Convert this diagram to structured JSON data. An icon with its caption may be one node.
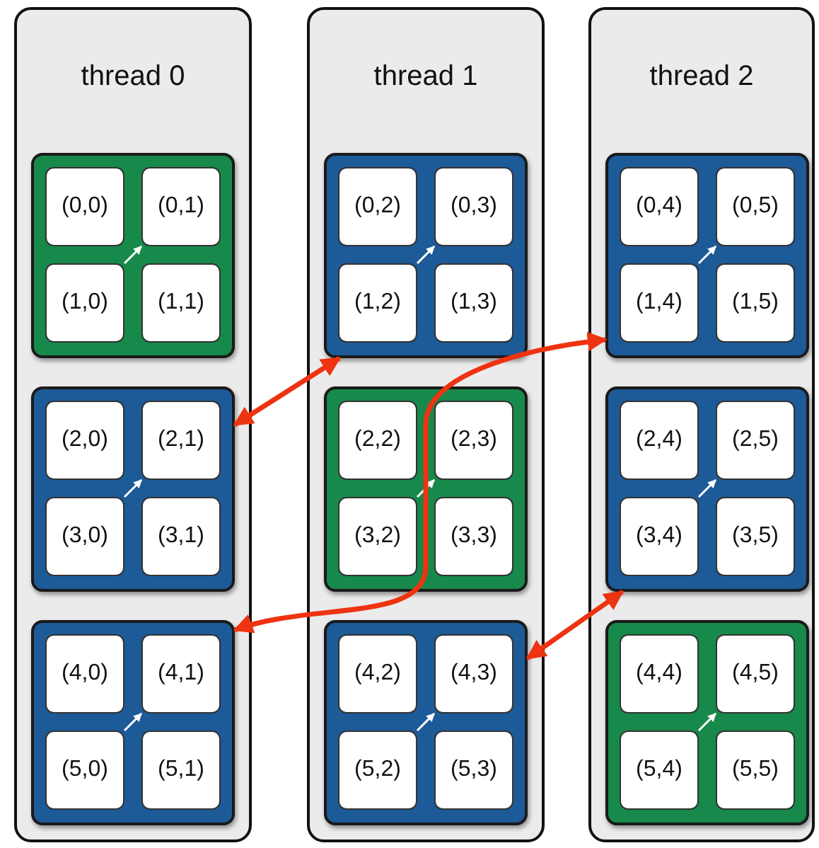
{
  "diagram": {
    "nodes": [
      {
        "text": [
          "thread 0"
        ]
      },
      {
        "text": [],
        "shape": "box",
        "in": 0
      },
      {
        "text": [
          "(0,0)"
        ],
        "in": 1
      },
      {
        "text": [
          "(0,1)"
        ],
        "in": 1
      },
      {
        "text": [
          "(1,0)"
        ],
        "in": 1
      },
      {
        "text": [
          "(1,1)"
        ],
        "in": 1
      },
      {
        "text": [],
        "shape": "box",
        "in": 0
      },
      {
        "text": [
          "(2,0)"
        ],
        "in": 6
      },
      {
        "text": [
          "(2,1)"
        ],
        "in": 6
      },
      {
        "text": [
          "(3,0)"
        ],
        "in": 6
      },
      {
        "text": [
          "(3,1)"
        ],
        "in": 6
      },
      {
        "text": [],
        "shape": "box",
        "in": 0
      },
      {
        "text": [
          "(4,0)"
        ],
        "in": 11
      },
      {
        "text": [
          "(4,1)"
        ],
        "in": 11
      },
      {
        "text": [
          "(5,0)"
        ],
        "in": 11
      },
      {
        "text": [
          "(5,1)"
        ],
        "in": 11
      },
      {
        "text": [
          "thread 1"
        ]
      },
      {
        "text": [],
        "shape": "box",
        "in": 16
      },
      {
        "text": [
          "(0,2)"
        ],
        "in": 17
      },
      {
        "text": [
          "(0,3)"
        ],
        "in": 17
      },
      {
        "text": [
          "(1,2)"
        ],
        "in": 17
      },
      {
        "text": [
          "(1,3)"
        ],
        "in": 17
      },
      {
        "text": [],
        "shape": "box",
        "in": 16
      },
      {
        "text": [
          "(2,2)"
        ],
        "in": 22
      },
      {
        "text": [
          "(2,3)"
        ],
        "in": 22
      },
      {
        "text": [
          "(3,2)"
        ],
        "in": 22
      },
      {
        "text": [
          "(3,3)"
        ],
        "in": 22
      },
      {
        "text": [],
        "shape": "box",
        "in": 16
      },
      {
        "text": [
          "(4,2)"
        ],
        "in": 27
      },
      {
        "text": [
          "(4,3)"
        ],
        "in": 27
      },
      {
        "text": [
          "(5,2)"
        ],
        "in": 27
      },
      {
        "text": [
          "(5,3)"
        ],
        "in": 27
      },
      {
        "text": [
          "thread 2"
        ]
      },
      {
        "text": [],
        "shape": "box",
        "in": 32
      },
      {
        "text": [
          "(0,4)"
        ],
        "in": 33
      },
      {
        "text": [
          "(0,5)"
        ],
        "in": 33
      },
      {
        "text": [
          "(1,4)"
        ],
        "in": 33
      },
      {
        "text": [
          "(1,5)"
        ],
        "in": 33
      },
      {
        "text": [],
        "shape": "box",
        "in": 32
      },
      {
        "text": [
          "(2,4)"
        ],
        "in": 38
      },
      {
        "text": [
          "(2,5)"
        ],
        "in": 38
      },
      {
        "text": [
          "(3,4)"
        ],
        "in": 38
      },
      {
        "text": [
          "(3,5)"
        ],
        "in": 38
      },
      {
        "text": [],
        "shape": "box",
        "in": 32
      },
      {
        "text": [
          "(4,4)"
        ],
        "in": 43
      },
      {
        "text": [
          "(4,5)"
        ],
        "in": 43
      },
      {
        "text": [
          "(5,4)"
        ],
        "in": 43
      },
      {
        "text": [
          "(5,5)"
        ],
        "in": 43
      }
    ],
    "edges": [
      {
        "from": 4,
        "to": 3,
        "arrow": "to"
      },
      {
        "from": 9,
        "to": 8,
        "arrow": "to"
      },
      {
        "from": 14,
        "to": 13,
        "arrow": "to"
      },
      {
        "from": 20,
        "to": 19,
        "arrow": "to"
      },
      {
        "from": 25,
        "to": 24,
        "arrow": "to"
      },
      {
        "from": 30,
        "to": 29,
        "arrow": "to"
      },
      {
        "from": 36,
        "to": 35,
        "arrow": "to"
      },
      {
        "from": 41,
        "to": 40,
        "arrow": "to"
      },
      {
        "from": 46,
        "to": 45,
        "arrow": "to"
      },
      {
        "from": 6,
        "to": 17,
        "arrow": "both",
        "style": "thick",
        "color": "#ee3311"
      },
      {
        "from": 11,
        "to": 33,
        "arrow": "both",
        "style": "thick",
        "color": "#ee3311"
      },
      {
        "from": 27,
        "to": 38,
        "arrow": "both",
        "style": "thick",
        "color": "#ee3311"
      }
    ]
  }
}
